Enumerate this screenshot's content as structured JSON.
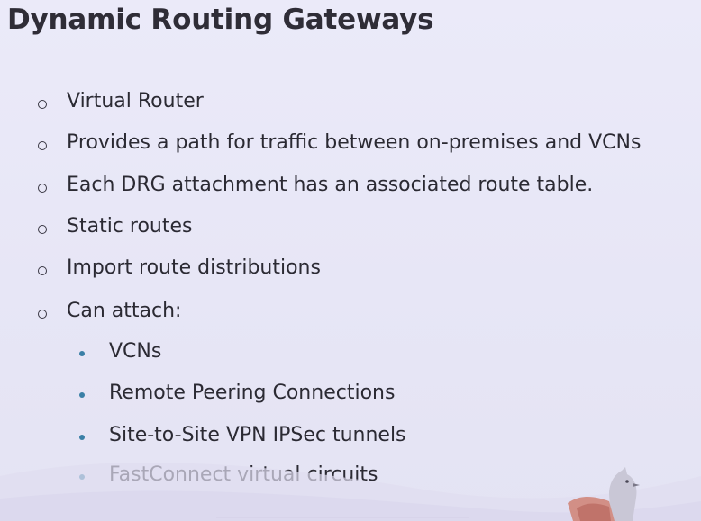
{
  "slide": {
    "title": "Dynamic Routing Gateways",
    "bullets": [
      "Virtual Router",
      "Provides a path for traffic between on-premises and VCNs",
      "Each DRG attachment has an associated route table.",
      "Static routes",
      "Import route distributions",
      "Can attach:"
    ],
    "sub_bullets": [
      "VCNs",
      "Remote Peering Connections",
      "Site-to-Site VPN IPSec tunnels",
      "FastConnect virtual circuits"
    ]
  },
  "colors": {
    "background": "#e9e8f7",
    "text": "#2b2a33",
    "sub_bullet_dot": "#3a7fa6"
  }
}
